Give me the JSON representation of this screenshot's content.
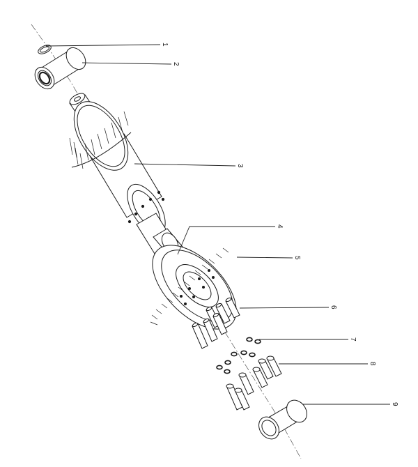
{
  "callouts": [
    {
      "id": "1",
      "label": "1"
    },
    {
      "id": "2",
      "label": "2"
    },
    {
      "id": "3",
      "label": "3"
    },
    {
      "id": "4",
      "label": "4"
    },
    {
      "id": "5",
      "label": "5"
    },
    {
      "id": "6",
      "label": "6"
    },
    {
      "id": "7",
      "label": "7"
    },
    {
      "id": "8",
      "label": "8"
    },
    {
      "id": "9",
      "label": "9"
    }
  ],
  "parts": [
    {
      "id": "1",
      "icon": "retaining-ring-icon"
    },
    {
      "id": "2",
      "icon": "bearing-icon"
    },
    {
      "id": "3",
      "icon": "gear-shaft-icon"
    },
    {
      "id": "4",
      "icon": "set-screw-icon"
    },
    {
      "id": "5",
      "icon": "spur-gear-icon"
    },
    {
      "id": "6",
      "icon": "dowel-pin-icon"
    },
    {
      "id": "7",
      "icon": "lock-washer-icon"
    },
    {
      "id": "8",
      "icon": "bolt-icon"
    },
    {
      "id": "9",
      "icon": "bearing-icon"
    }
  ]
}
